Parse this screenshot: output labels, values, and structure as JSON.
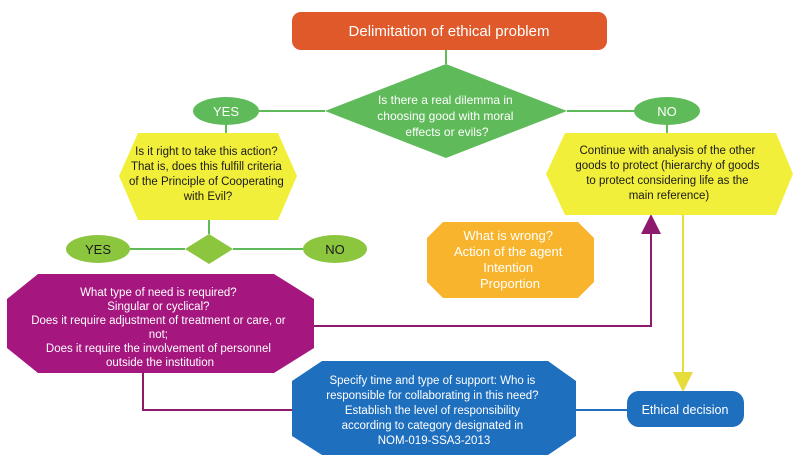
{
  "colors": {
    "orange": "#e0592a",
    "green": "#5fba5a",
    "light_green": "#8cc63f",
    "yellow": "#f2ef3a",
    "amber": "#f7b42c",
    "magenta": "#a5167f",
    "blue": "#1f6fbf",
    "connector_green": "#5fba5a",
    "connector_magenta": "#8e1a6e",
    "connector_yellow": "#e6dc3c"
  },
  "nodes": {
    "start": {
      "lines": [
        "Delimitation of ethical problem"
      ]
    },
    "dilemma": {
      "lines": [
        "Is there a real dilemma  in",
        "choosing good with moral",
        "effects or evils?"
      ]
    },
    "yes_top": {
      "lines": [
        "YES"
      ]
    },
    "no_top": {
      "lines": [
        "NO"
      ]
    },
    "cooperating": {
      "lines": [
        "Is it right to take this action?",
        "That is, does this fulfill  criteria",
        "of the Principle of Cooperating",
        "with Evil?"
      ]
    },
    "continue": {
      "lines": [
        "Continue with analysis of the other",
        "goods to protect (hierarchy of goods",
        "to protect considering life as the",
        "main reference)"
      ]
    },
    "wrong": {
      "lines": [
        "What is wrong?",
        "Action of the agent",
        "Intention",
        "Proportion"
      ]
    },
    "yes_mid": {
      "lines": [
        "YES"
      ]
    },
    "no_mid": {
      "lines": [
        "NO"
      ]
    },
    "need": {
      "lines": [
        "What type of need is required?",
        "Singular or cyclical?",
        "Does it require adjustment of treatment or care, or",
        "not;",
        "Does it require the involvement  of personnel",
        "outside the institution"
      ]
    },
    "support": {
      "lines": [
        "Specify time and type of support:  Who is",
        "responsible for collaborating  in this need?",
        "Establish the level of responsibility",
        "according to category designated in",
        "NOM-019-SSA3-2013"
      ]
    },
    "decision": {
      "lines": [
        "Ethical decision"
      ]
    }
  }
}
